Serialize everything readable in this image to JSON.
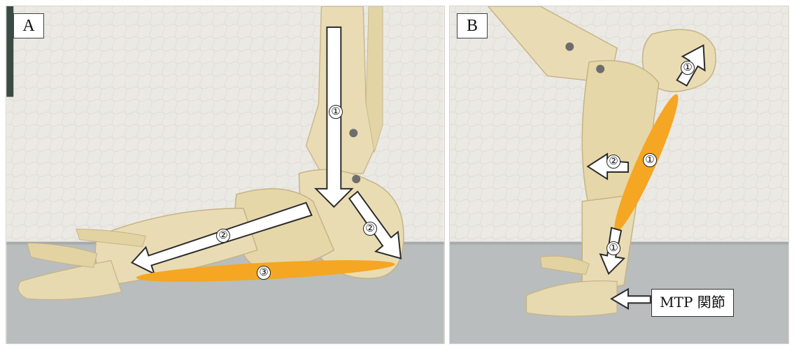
{
  "panel_a": {
    "letter": "A",
    "markers": {
      "vertical_arrow": "①",
      "forefoot_arrow": "②",
      "heel_arrow": "②",
      "plantar_band": "③"
    }
  },
  "panel_b": {
    "letter": "B",
    "markers": {
      "heel_arrow": "①",
      "plantar_band": "①",
      "midfoot_arrow": "②",
      "forefoot_arrow": "①"
    },
    "joint_label": "MTP 関節"
  },
  "colors": {
    "arrow_fill": "#ffffff",
    "arrow_stroke": "#2b2b2b",
    "band_orange": "#f5a623",
    "bone": "#e9dcb4",
    "wall": "#ebe9e4",
    "floor": "#b9bdbd"
  }
}
